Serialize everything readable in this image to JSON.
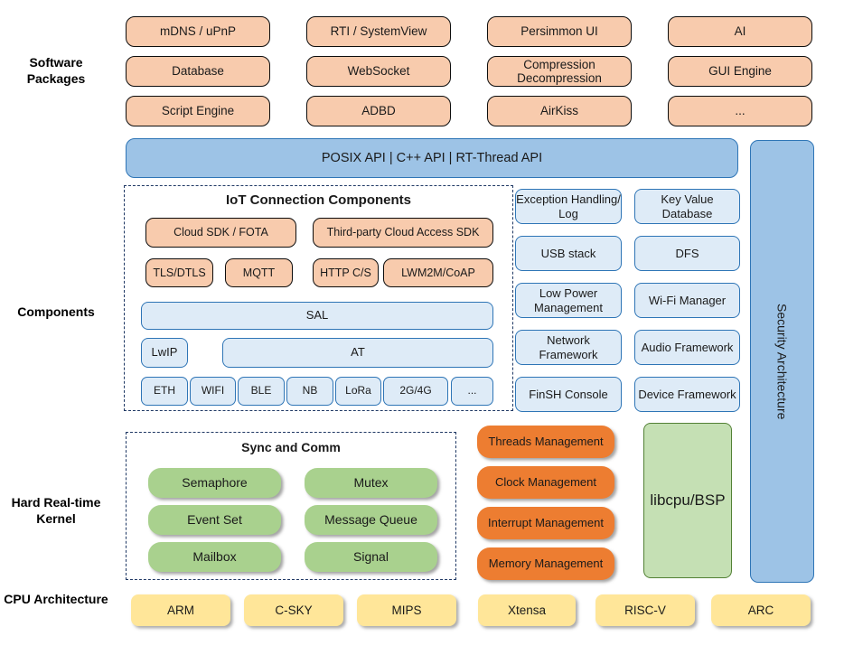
{
  "labels": {
    "software_packages": "Software Packages",
    "components": "Components",
    "kernel": "Hard Real-time Kernel",
    "cpu": "CPU Architecture"
  },
  "software_packages": [
    "mDNS / uPnP",
    "RTI / SystemView",
    "Persimmon UI",
    "AI",
    "Database",
    "WebSocket",
    "Compression Decompression",
    "GUI Engine",
    "Script Engine",
    "ADBD",
    "AirKiss",
    "..."
  ],
  "api_bar": "POSIX API  |  C++ API  |  RT-Thread API",
  "security_bar": "Security Architecture",
  "iot": {
    "title": "IoT Connection Components",
    "row1": [
      "Cloud SDK / FOTA",
      "Third-party Cloud Access SDK"
    ],
    "row2": [
      "TLS/DTLS",
      "MQTT",
      "HTTP C/S",
      "LWM2M/CoAP"
    ],
    "sal": "SAL",
    "lwip": "LwIP",
    "at": "AT",
    "links": [
      "ETH",
      "WIFI",
      "BLE",
      "NB",
      "LoRa",
      "2G/4G",
      "..."
    ]
  },
  "components_grid": [
    "Exception Handling/ Log",
    "Key Value Database",
    "USB stack",
    "DFS",
    "Low Power Management",
    "Wi-Fi Manager",
    "Network Framework",
    "Audio Framework",
    "FinSH Console",
    "Device Framework"
  ],
  "kernel": {
    "sync_title": "Sync and Comm",
    "sync_items": [
      "Semaphore",
      "Mutex",
      "Event Set",
      "Message Queue",
      "Mailbox",
      "Signal"
    ],
    "mgmt_items": [
      "Threads Management",
      "Clock Management",
      "Interrupt Management",
      "Memory Management"
    ],
    "libcpu": "libcpu/BSP"
  },
  "cpu_archs": [
    "ARM",
    "C-SKY",
    "MIPS",
    "Xtensa",
    "RISC-V",
    "ARC"
  ],
  "colors": {
    "peach_fill": "#F8CBAD",
    "blue_fill": "#9DC3E6",
    "blue_border": "#2E75B6",
    "light_blue_fill": "#DEEBF7",
    "green_fill": "#A9D18E",
    "light_green_fill": "#C5E0B4",
    "green_border": "#538135",
    "orange_fill": "#ED7D31",
    "yellow_fill": "#FFE699",
    "dash_border": "#1F3864",
    "box_border": "#0d0d0d"
  }
}
